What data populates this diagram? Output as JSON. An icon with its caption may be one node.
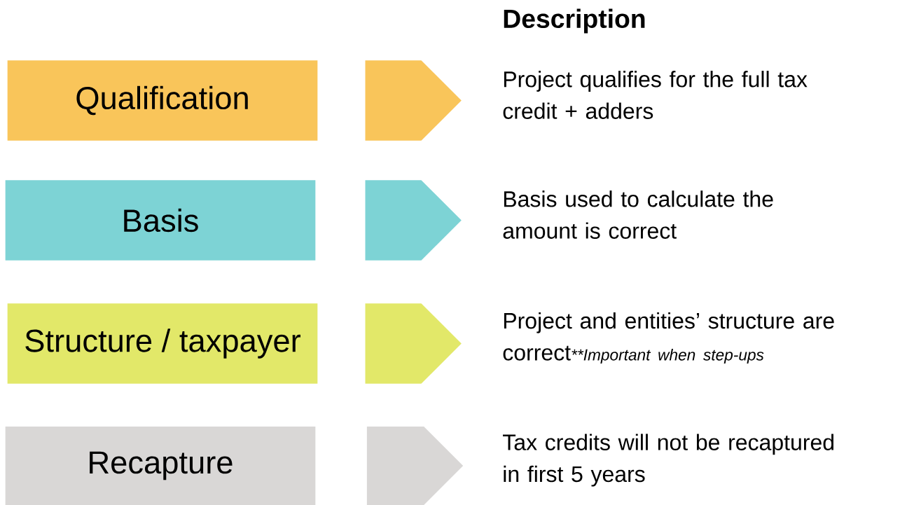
{
  "diagram": {
    "title": "Description",
    "nodes": [
      {
        "text": [
          "Qualification"
        ]
      },
      {
        "text": [],
        "shape": "chevron"
      },
      {
        "text": [
          "Project qualifies for the full tax credit + adders"
        ]
      },
      {
        "text": [
          "Basis"
        ]
      },
      {
        "text": [],
        "shape": "chevron"
      },
      {
        "text": [
          "Basis used to calculate the amount is correct"
        ]
      },
      {
        "text": [
          "Structure / taxpayer"
        ]
      },
      {
        "text": [],
        "shape": "chevron"
      },
      {
        "text": [
          "Project and entities’ structure are correct",
          "**Important when step-ups"
        ]
      },
      {
        "text": [
          "Recapture"
        ]
      },
      {
        "text": [],
        "shape": "chevron"
      },
      {
        "text": [
          "Tax credits will not be recaptured in first 5 years"
        ]
      }
    ]
  }
}
